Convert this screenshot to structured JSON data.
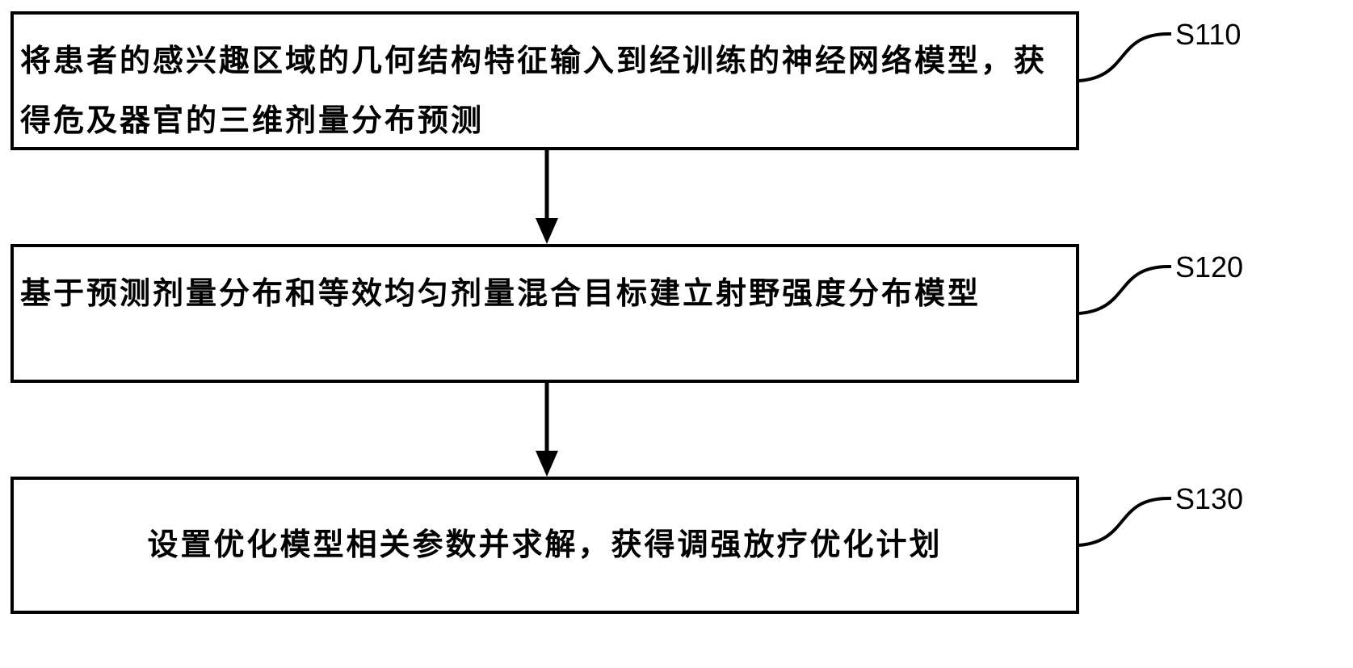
{
  "steps": [
    {
      "id": "S110",
      "text": "将患者的感兴趣区域的几何结构特征输入到经训练的神经网络模型，获得危及器官的三维剂量分布预测"
    },
    {
      "id": "S120",
      "text": "基于预测剂量分布和等效均匀剂量混合目标建立射野强度分布模型"
    },
    {
      "id": "S130",
      "text": "设置优化模型相关参数并求解，获得调强放疗优化计划"
    }
  ]
}
